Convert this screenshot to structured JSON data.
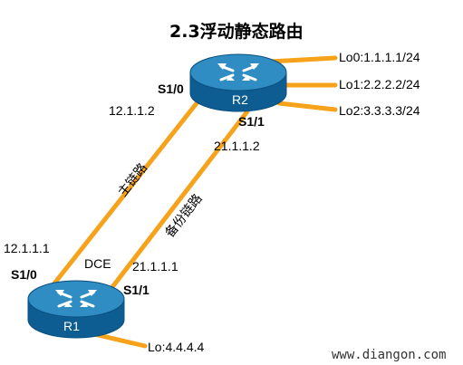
{
  "title": "2.3浮动静态路由",
  "colors": {
    "link": "#f7a21b",
    "router_top": "#2f8dc3",
    "router_side": "#0d5d92",
    "router_edge": "#0b4f80"
  },
  "routers": {
    "r1": {
      "name": "R1",
      "icon": "router-icon"
    },
    "r2": {
      "name": "R2",
      "icon": "router-icon"
    }
  },
  "interfaces": {
    "r2_s10": "S1/0",
    "r2_s11": "S1/1",
    "r1_s10": "S1/0",
    "r1_s11": "S1/1"
  },
  "addresses": {
    "r2_s10_ip": "12.1.1.2",
    "r2_s11_ip": "21.1.1.2",
    "r1_s10_ip": "12.1.1.1",
    "r1_s11_ip": "21.1.1.1"
  },
  "links": {
    "primary": "主链路",
    "backup": "备份链路",
    "dce": "DCE"
  },
  "loopbacks": {
    "lo0": "Lo0:1.1.1.1/24",
    "lo1": "Lo1:2.2.2.2/24",
    "lo2": "Lo2:3.3.3.3/24",
    "r1_lo": "Lo:4.4.4.4"
  },
  "watermark": "www.diangon.com"
}
